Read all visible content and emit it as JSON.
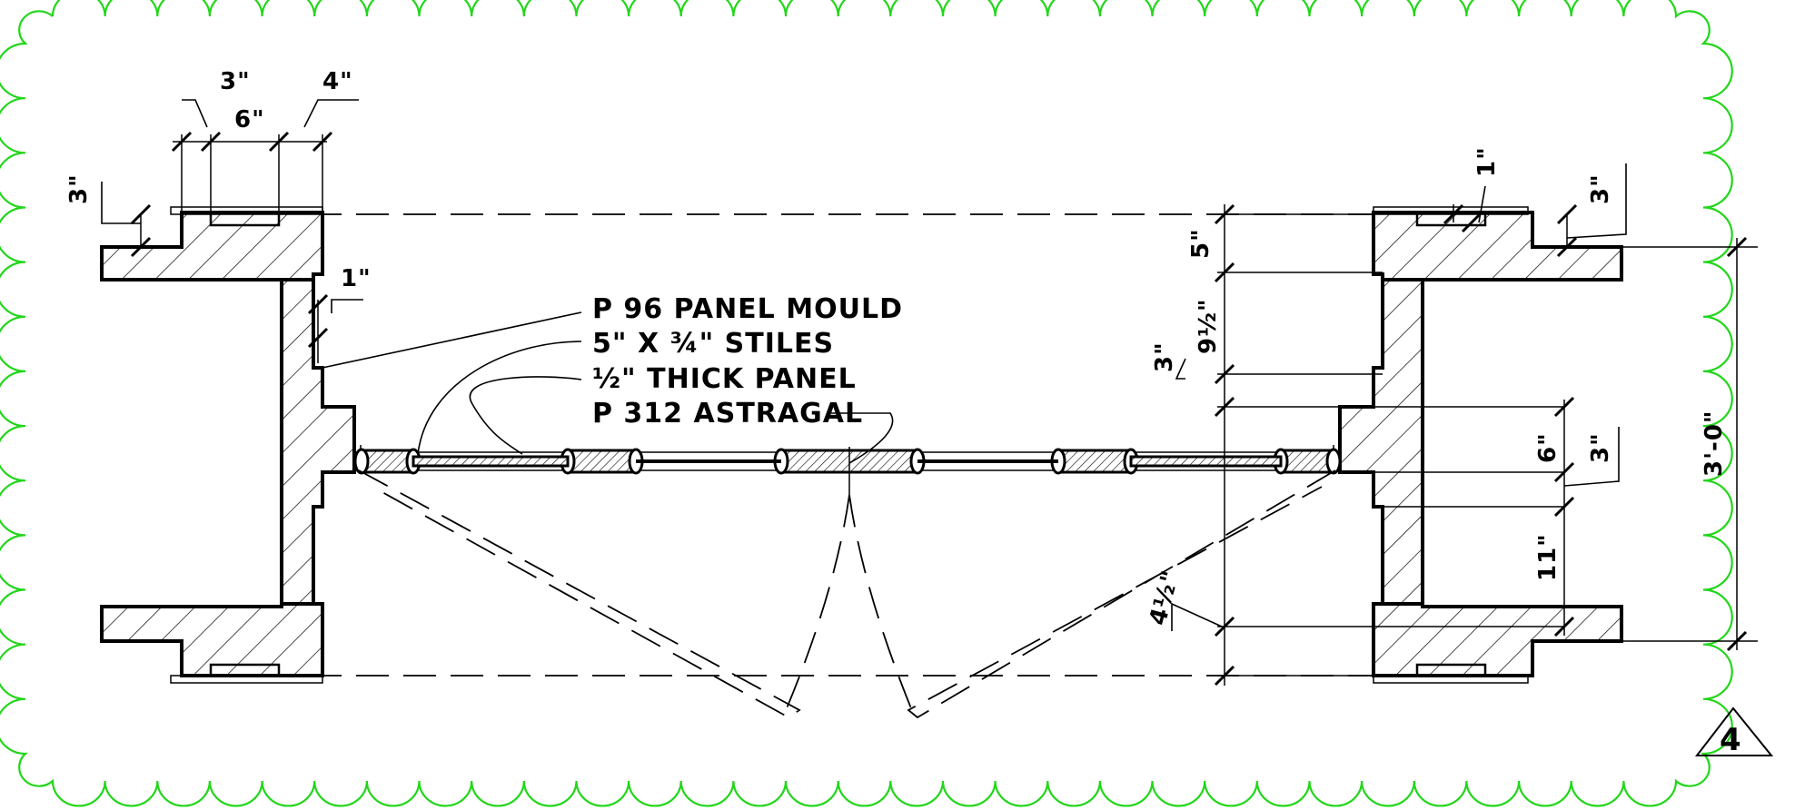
{
  "notes": {
    "panel_mould": "P 96 PANEL MOULD",
    "stiles": "5\" X ¾\" STILES",
    "thick_panel": "½\" THICK PANEL",
    "astragal": "P 312 ASTRAGAL"
  },
  "dimensions": {
    "left_3_top": "3\"",
    "left_4_top": "4\"",
    "left_6": "6\"",
    "left_3_side": "3\"",
    "left_1": "1\"",
    "right_1": "1\"",
    "right_3_top": "3\"",
    "right_5": "5\"",
    "right_9_half": "9½\"",
    "right_3_left": "3\"",
    "right_6": "6\"",
    "right_3_mid": "3\"",
    "right_11": "11\"",
    "right_4_half": "4½\"",
    "overall": "3'-0\""
  },
  "detail_tag": "4",
  "colors": {
    "revision_cloud": "#22d61a",
    "linework": "#000000"
  }
}
